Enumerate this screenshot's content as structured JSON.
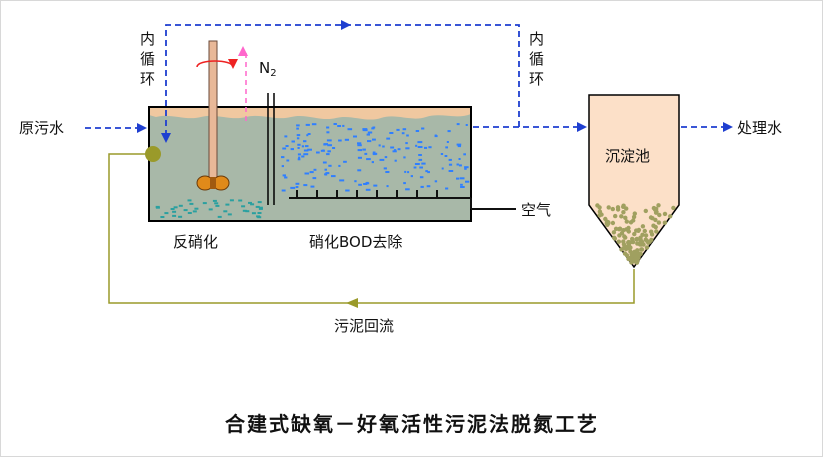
{
  "labels": {
    "inflow": "原污水",
    "outflow": "处理水",
    "internal_recycle_left": [
      "内",
      "循",
      "环"
    ],
    "internal_recycle_right": [
      "内",
      "循",
      "环"
    ],
    "nitrogen_base": "N",
    "nitrogen_sub": "2",
    "clarifier": "沉淀池",
    "air": "空气",
    "anoxic_zone": "反硝化",
    "aerobic_zone": "硝化BOD去除",
    "sludge_return": "污泥回流",
    "title": "合建式缺氧－好氧活性污泥法脱氮工艺"
  },
  "colors": {
    "water": "#a8b8a8",
    "water_surface": "#f0c8a0",
    "flow_arrow": "#1f3fd0",
    "bubbles": "#2f7fff",
    "sludge_line": "#9a9a2a",
    "nitrogen_arrow": "#ff66cc",
    "mixer_arrow": "#ee2222",
    "clarifier_fill": "#fce0c8",
    "sludge_dots": "#a0a060"
  },
  "icons": {
    "mixer": "mixer-icon",
    "aerator": "aerator-icon",
    "pump": "pump-icon"
  }
}
